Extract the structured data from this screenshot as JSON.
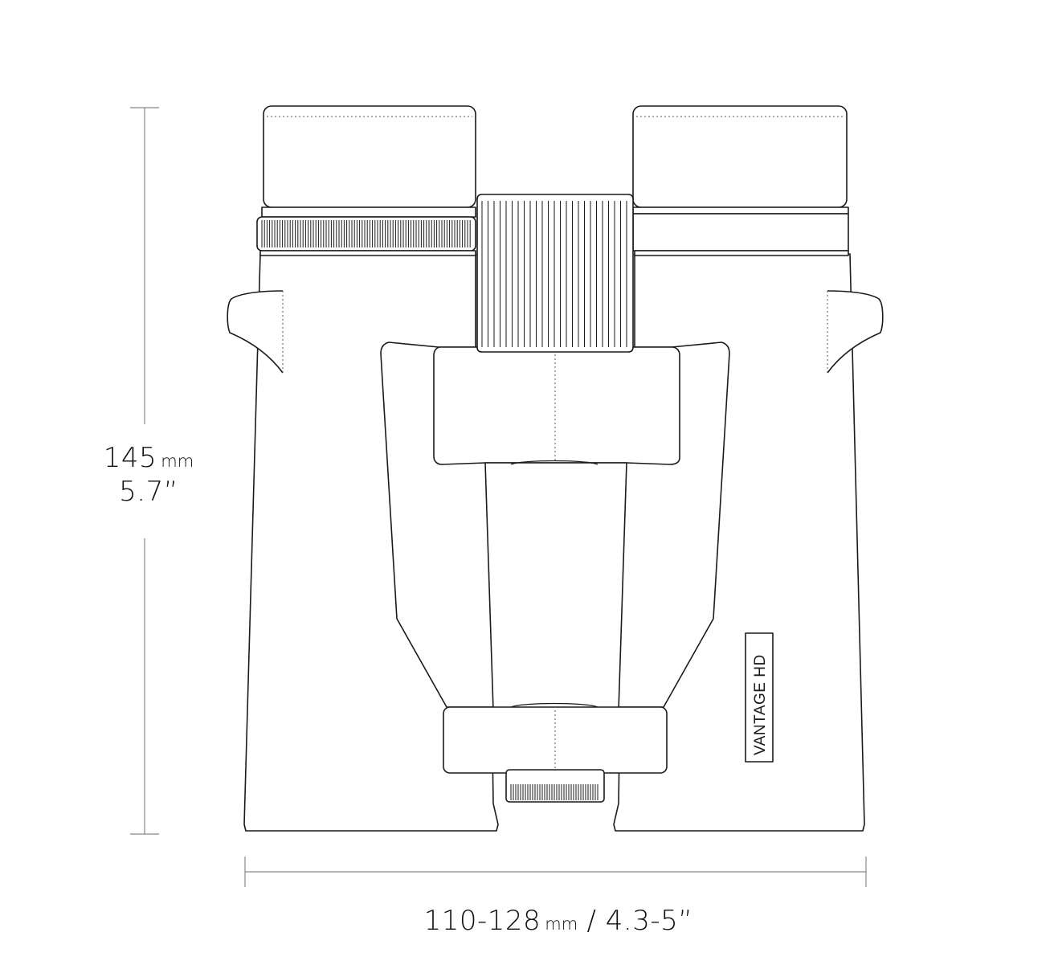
{
  "dimensions": {
    "height": {
      "value": "145",
      "unit": "mm",
      "imperial": "5.7”"
    },
    "width": {
      "value": "110-128",
      "unit": "mm",
      "separator": " / ",
      "imperial": "4.3-5”"
    }
  },
  "product_label": "VANTAGE HD",
  "colors": {
    "line": "#1a1a1a",
    "dimension_line": "#888888",
    "background": "#ffffff"
  }
}
